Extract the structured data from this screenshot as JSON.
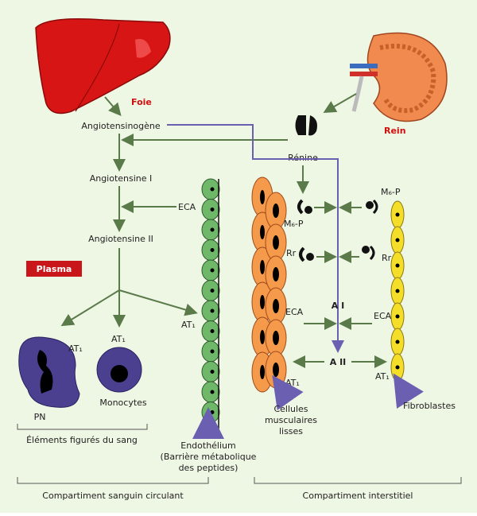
{
  "organs": {
    "liver": "Foie",
    "kidney": "Rein"
  },
  "molecules": {
    "angiotensinogen": "Angiotensinogène",
    "renin": "Rénine",
    "ang1": "Angiotensine I",
    "ang2": "Angiotensine II",
    "a1": "A I",
    "a2": "A II"
  },
  "receptors": {
    "eca": "ECA",
    "at1": "AT₁",
    "m6p": "M₆-P",
    "rr": "Rr"
  },
  "plasma_label": "Plasma",
  "cells": {
    "pn": "PN",
    "monocytes": "Monocytes",
    "blood_elements": "Éléments figurés du sang",
    "endothelium": "Endothélium",
    "endothelium_note_1": "(Barrière métabolique",
    "endothelium_note_2": "des peptides)",
    "smooth_muscle_1": "Cellules",
    "smooth_muscle_2": "musculaires",
    "smooth_muscle_3": "lisses",
    "fibroblasts": "Fibroblastes"
  },
  "compartments": {
    "blood": "Compartiment sanguin circulant",
    "interstitial": "Compartiment interstitiel"
  },
  "colors": {
    "background": "#eef6e4",
    "arrow": "#5a7a4a",
    "blue": "#6a5fb0",
    "red": "#d10f0f",
    "endothelium": "#6fb86a",
    "muscle": "#f49a4a",
    "fibroblast": "#f5de2a",
    "leukocyte": "#4b3f8f"
  }
}
